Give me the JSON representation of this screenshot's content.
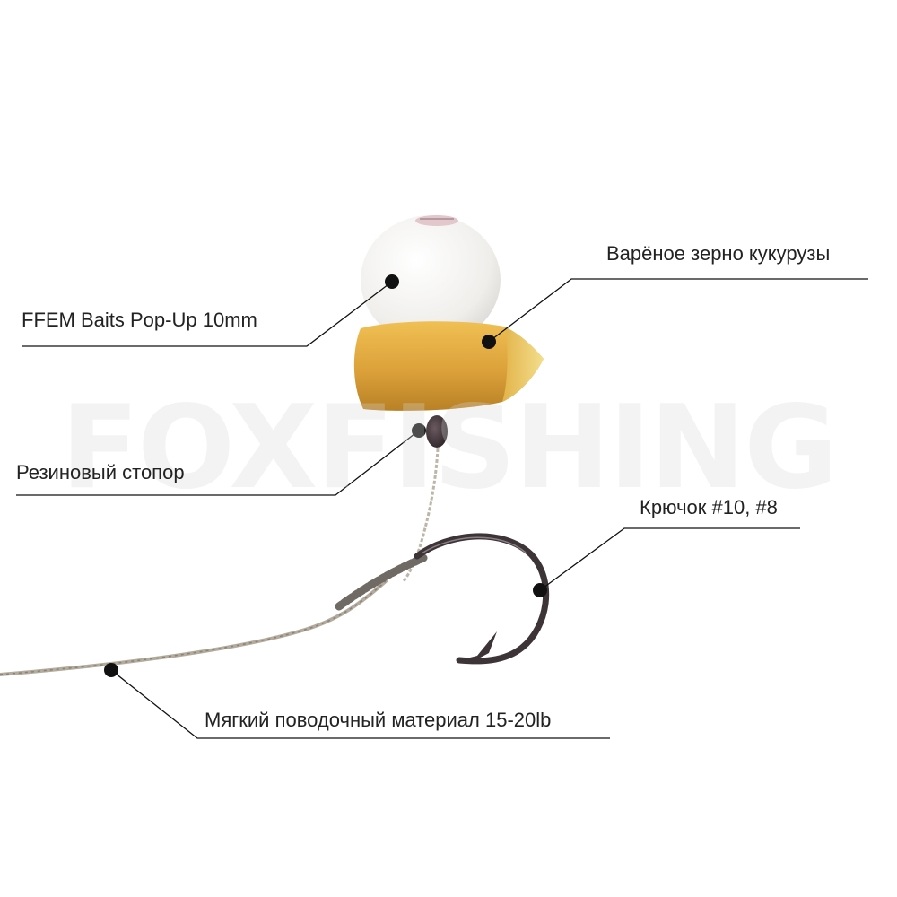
{
  "watermark": "FOXFISHING",
  "labels": {
    "popup": "FFEM Baits Pop-Up 10mm",
    "corn": "Варёное зерно кукурузы",
    "stopper": "Резиновый стопор",
    "hook": "Крючок #10, #8",
    "line": "Мягкий поводочный материал 15-20lb"
  },
  "colors": {
    "popup": "#f2f1ee",
    "corn": "#e3a83c",
    "hook": "#3d3438",
    "leader": "#b3ab9d",
    "callout": "#111111"
  }
}
